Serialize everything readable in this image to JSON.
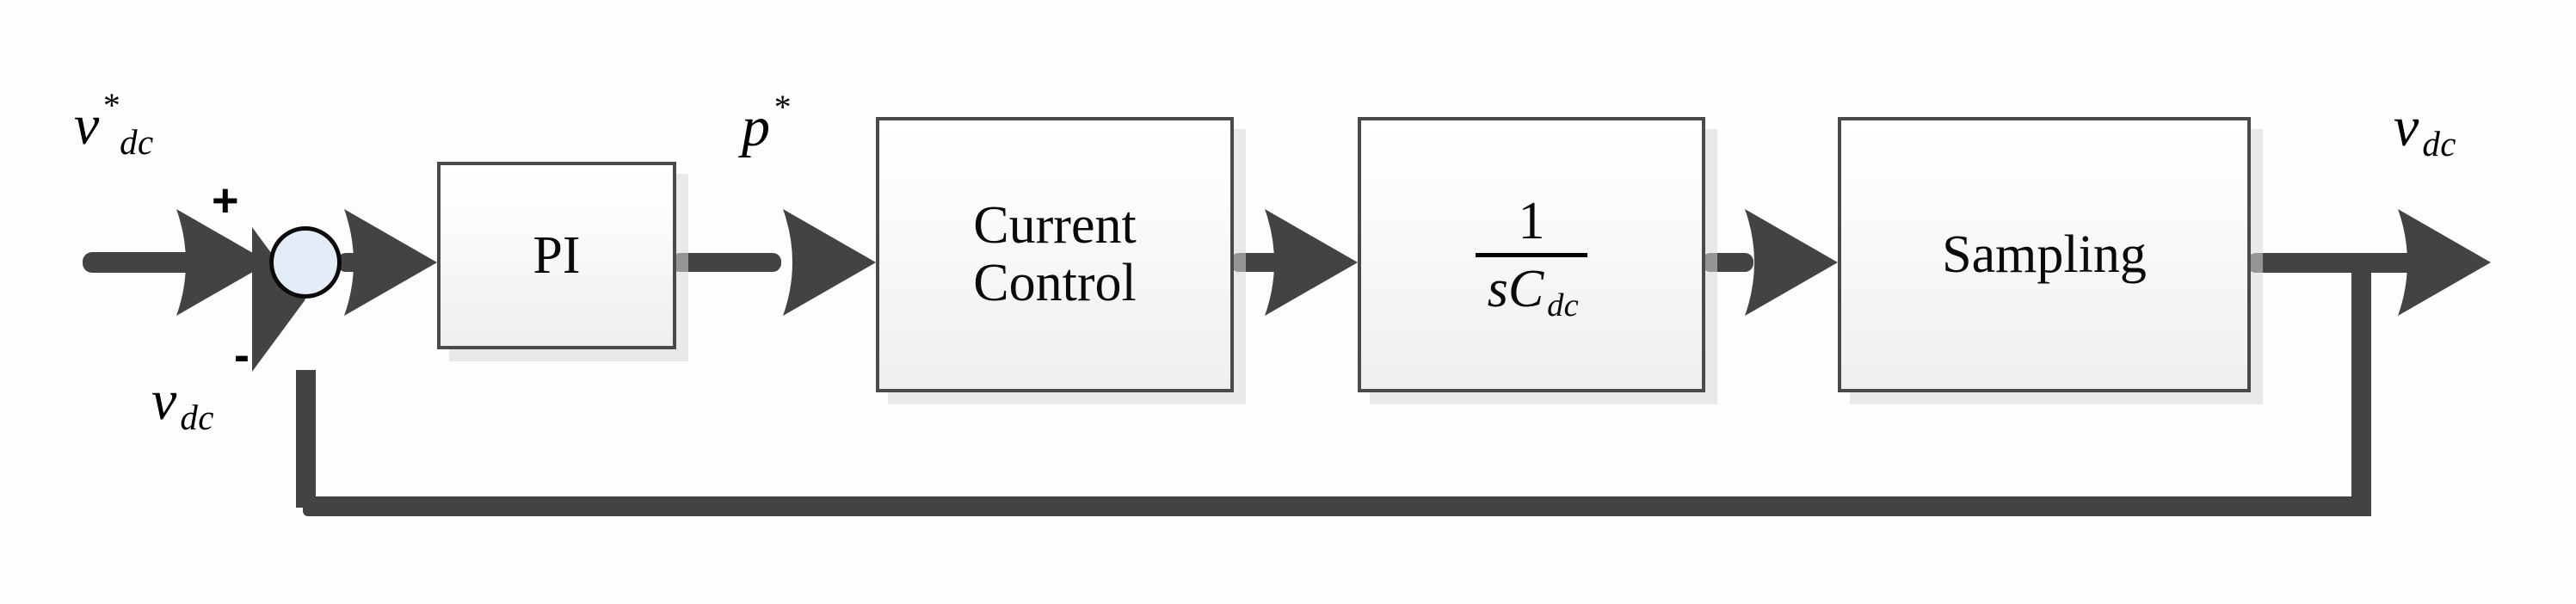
{
  "diagram": {
    "title": "DC-link voltage control loop block diagram",
    "colors": {
      "line": "#434345",
      "block_border": "#4a4a4d",
      "block_fill_top": "#ffffff",
      "block_fill_bottom": "#efefef",
      "junction_fill": "#e4ecf7",
      "junction_border": "#0b0b0b",
      "shadow": "#d8d8d8",
      "text": "#000000",
      "background": "#fdfdfd"
    },
    "input_signal": {
      "name": "dc-link-voltage-reference",
      "base": "v",
      "subscript": "dc",
      "superscript": "*"
    },
    "feedback_signal": {
      "name": "dc-link-voltage-feedback",
      "base": "v",
      "subscript": "dc",
      "superscript": ""
    },
    "output_signal": {
      "name": "dc-link-voltage-output",
      "base": "v",
      "subscript": "dc",
      "superscript": ""
    },
    "intermediate_signal": {
      "name": "active-power-reference",
      "base": "p",
      "subscript": "",
      "superscript": "*"
    },
    "summing_junction": {
      "name": "summing-junction",
      "plus_sign": "+",
      "minus_sign": "-"
    },
    "blocks": [
      {
        "id": "pi",
        "label": "PI",
        "label_lines": [
          "PI"
        ],
        "kind": "text"
      },
      {
        "id": "current-control",
        "label": "Current Control",
        "label_lines": [
          "Current",
          "Control"
        ],
        "kind": "text"
      },
      {
        "id": "dc-capacitor",
        "label": "1 / sCdc",
        "kind": "fraction",
        "numerator": "1",
        "denominator_base": "sC",
        "denominator_subscript": "dc"
      },
      {
        "id": "sampling",
        "label": "Sampling",
        "label_lines": [
          "Sampling"
        ],
        "kind": "text"
      }
    ]
  }
}
